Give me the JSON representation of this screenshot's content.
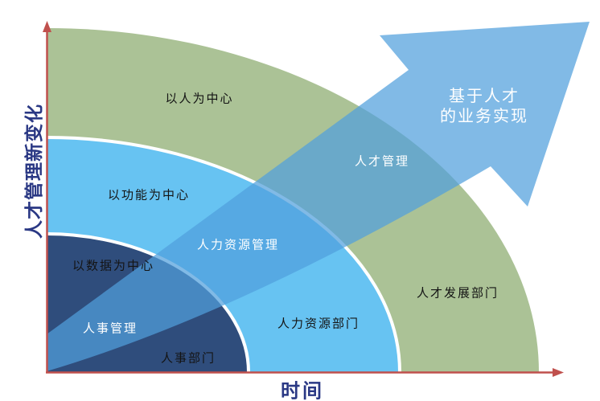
{
  "axes": {
    "y_label": "人才管理新变化",
    "x_label": "时间",
    "axis_color": "#c0504d",
    "label_color": "#2a3884"
  },
  "bands": [
    {
      "name": "outer-green",
      "color": "#abc296",
      "focus_label": "以人为中心",
      "dept_label": "人才发展部门"
    },
    {
      "name": "middle-blue",
      "color": "#67c3f2",
      "focus_label": "以功能为中心",
      "dept_label": "人力资源部门"
    },
    {
      "name": "inner-navy",
      "color": "#2f4d7c",
      "focus_label": "以数据为中心",
      "dept_label": "人事部门"
    }
  ],
  "arrow": {
    "color": "#50a0dc",
    "stage_labels": [
      "人事管理",
      "人力资源管理",
      "人才管理"
    ],
    "head_label_line1": "基于人才",
    "head_label_line2": "的业务实现"
  }
}
